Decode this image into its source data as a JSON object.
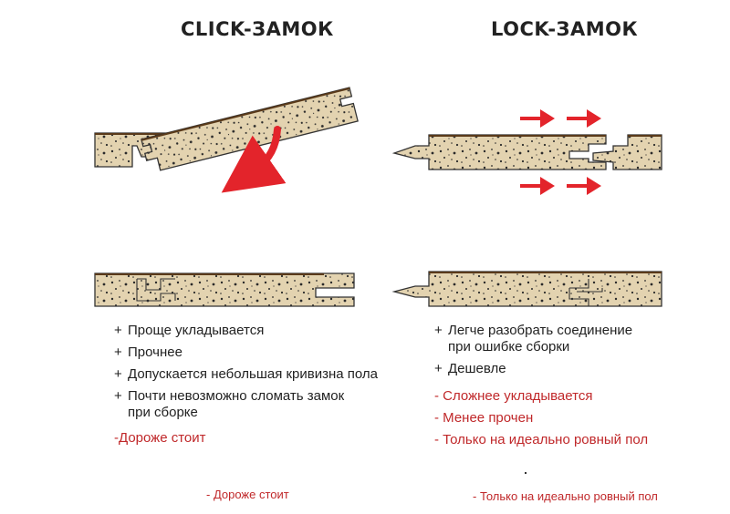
{
  "titles": {
    "left": "CLICK-ЗАМОК",
    "right": "LOCK-ЗАМОК"
  },
  "colors": {
    "board": "#e3d3b0",
    "outline": "#333333",
    "dots": "#2a2a2a",
    "arrow": "#e3242b",
    "minus_text": "#c0282a"
  },
  "click": {
    "pros": [
      "Проще укладывается",
      "Прочнее",
      "Допускается небольшая кривизна пола",
      "Почти невозможно сломать замок\nпри сборке"
    ],
    "cons": [
      "Дороже стоит"
    ]
  },
  "lock": {
    "pros": [
      "Легче разобрать соединение\nпри ошибке сборки",
      "Дешевле"
    ],
    "cons": [
      "Сложнее укладывается",
      "Менее прочен",
      "Только на идеально ровный пол"
    ]
  },
  "footer": {
    "left": "- Дороже стоит",
    "right": "- Только на идеально ровный пол"
  }
}
